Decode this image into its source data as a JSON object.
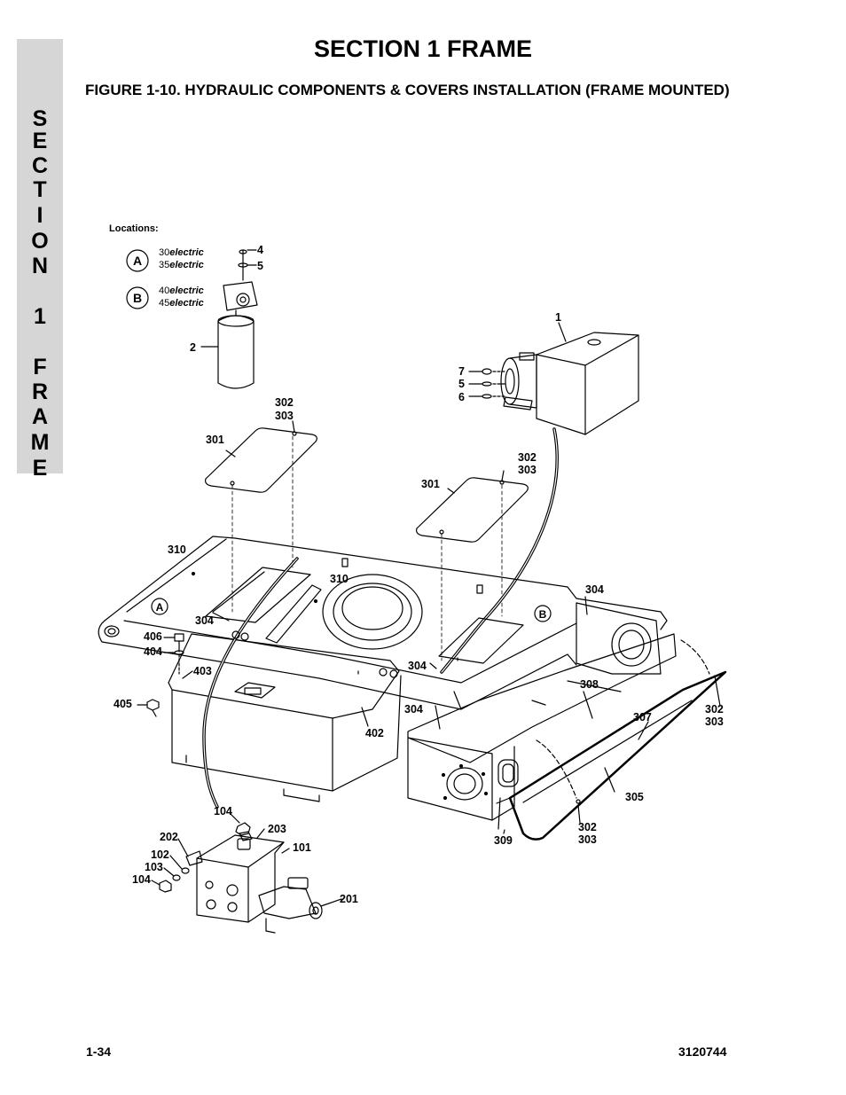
{
  "side_tab": {
    "letters": [
      "S",
      "E",
      "C",
      "T",
      "I",
      "O",
      "N",
      "1",
      "F",
      "R",
      "A",
      "M",
      "E"
    ]
  },
  "header": {
    "section_title": "SECTION 1  FRAME",
    "figure_title": "FIGURE 1-10.  HYDRAULIC COMPONENTS & COVERS INSTALLATION (FRAME MOUNTED)"
  },
  "locations": {
    "title": "Locations:",
    "items": [
      {
        "badge": "A",
        "line1_num": "30",
        "line1_word": "electric",
        "line2_num": "35",
        "line2_word": "electric"
      },
      {
        "badge": "B",
        "line1_num": "40",
        "line1_word": "electric",
        "line2_num": "45",
        "line2_word": "electric"
      }
    ]
  },
  "callouts": {
    "c4": "4",
    "c5a": "5",
    "c2": "2",
    "c1": "1",
    "c7": "7",
    "c5b": "5",
    "c6": "6",
    "c302a": "302",
    "c303a": "303",
    "c301a": "301",
    "c302b": "302",
    "c303b": "303",
    "c301b": "301",
    "c310a": "310",
    "c310b": "310",
    "c304a": "304",
    "c304b": "304",
    "c304c": "304",
    "c304d": "304",
    "c406": "406",
    "c404": "404",
    "c403": "403",
    "c405": "405",
    "c402": "402",
    "c308": "308",
    "c307": "307",
    "c302c": "302",
    "c303c": "303",
    "c305": "305",
    "c302d": "302",
    "c303d": "303",
    "c309": "309",
    "c104a": "104",
    "c203": "203",
    "c202": "202",
    "c101": "101",
    "c102": "102",
    "c103": "103",
    "c104b": "104",
    "c201": "201",
    "badgeA": "A",
    "badgeB": "B"
  },
  "footer": {
    "page_number": "1-34",
    "doc_number": "3120744"
  }
}
